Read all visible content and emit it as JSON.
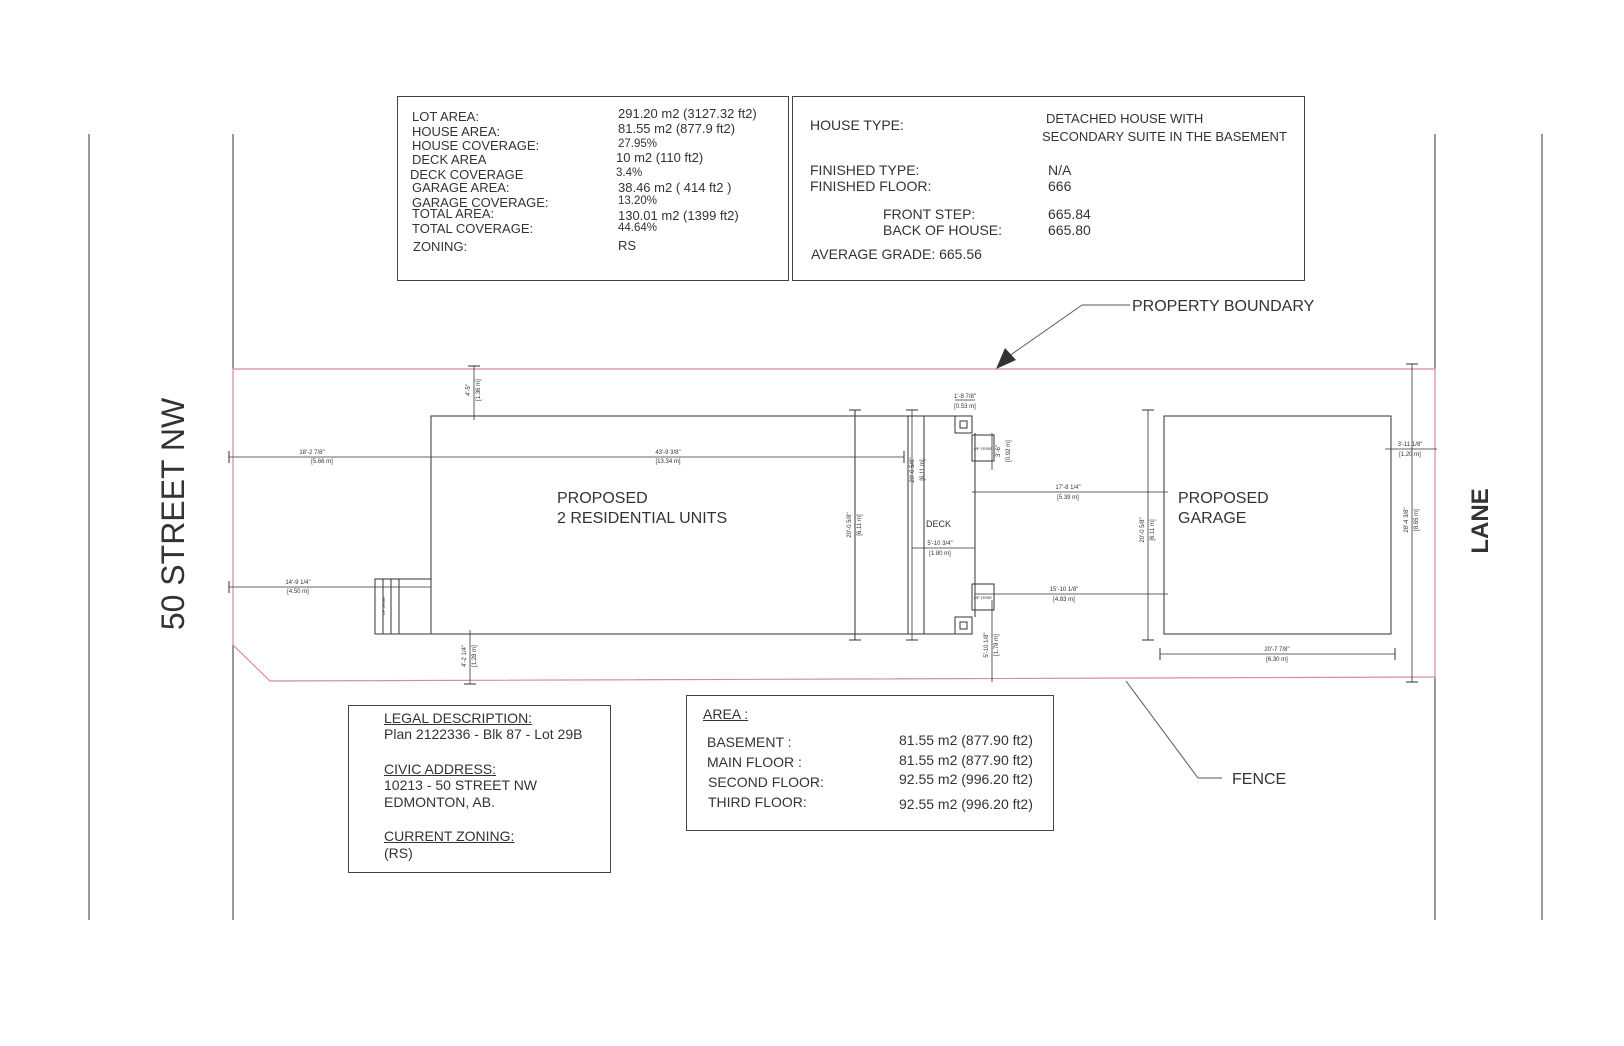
{
  "site_table": {
    "rows": [
      {
        "label": "LOT AREA:",
        "value": "291.20 m2 (3127.32 ft2)"
      },
      {
        "label": "HOUSE AREA:",
        "value": "81.55 m2 (877.9 ft2)"
      },
      {
        "label": "HOUSE COVERAGE:",
        "value": "27.95%"
      },
      {
        "label": "DECK AREA",
        "value": "10 m2 (110 ft2)"
      },
      {
        "label": "DECK COVERAGE",
        "value": "3.4%"
      },
      {
        "label": "GARAGE AREA:",
        "value": "38.46 m2 ( 414 ft2 )"
      },
      {
        "label": "GARAGE COVERAGE:",
        "value": "13.20%"
      },
      {
        "label": "TOTAL AREA:",
        "value": "130.01 m2 (1399 ft2)"
      },
      {
        "label": "TOTAL COVERAGE:",
        "value": "44.64%"
      },
      {
        "label": "ZONING:",
        "value": "RS"
      }
    ]
  },
  "house_table": {
    "house_type_label": "HOUSE TYPE:",
    "house_type_value_1": "DETACHED HOUSE WITH",
    "house_type_value_2": "SECONDARY SUITE IN THE BASEMENT",
    "finished_type_label": "FINISHED TYPE:",
    "finished_type_value": "N/A",
    "finished_floor_label": "FINISHED FLOOR:",
    "finished_floor_value": "666",
    "front_step_label": "FRONT STEP:",
    "front_step_value": "665.84",
    "back_of_house_label": "BACK OF HOUSE:",
    "back_of_house_value": "665.80",
    "average_grade": "AVERAGE GRADE: 665.56"
  },
  "legal_box": {
    "legal_heading": "LEGAL DESCRIPTION:",
    "legal_value": "Plan 2122336 - Blk 87 -  Lot 29B",
    "civic_heading": "CIVIC ADDRESS:",
    "civic_line_1": "10213 - 50 STREET NW",
    "civic_line_2": "EDMONTON, AB.",
    "zoning_heading": "CURRENT ZONING:",
    "zoning_value": "(RS)"
  },
  "area_box": {
    "heading": "AREA :",
    "rows": [
      {
        "label": "BASEMENT :",
        "value": "81.55 m2 (877.90 ft2)"
      },
      {
        "label": "MAIN FLOOR :",
        "value": "81.55 m2 (877.90 ft2)"
      },
      {
        "label": "SECOND FLOOR:",
        "value": "92.55 m2 (996.20 ft2)"
      },
      {
        "label": "THIRD FLOOR:",
        "value": "92.55 m2 (996.20 ft2)"
      }
    ]
  },
  "plan": {
    "street_label": "50 STREET NW",
    "lane_label": "LANE",
    "property_boundary_label": "PROPERTY BOUNDARY",
    "fence_label": "FENCE",
    "house_label_1": "PROPOSED",
    "house_label_2": "2 RESIDENTIAL UNITS",
    "garage_label_1": "PROPOSED",
    "garage_label_2": "GARAGE",
    "deck_label": "DECK",
    "dims": {
      "front_setback": "18'-2 7/8\"",
      "front_setback_m": "[5.66 m]",
      "house_length": "43'-9 3/8\"",
      "house_length_m": "[13.34 m]",
      "top_side": "4'-5\"",
      "top_side_m": "[1.36 m]",
      "bottom_side": "4'-2 1/4\"",
      "bottom_side_m": "[1.28 m]",
      "stair_offset": "14'-9 1/4\"",
      "stair_offset_m": "[4.50 m]",
      "house_width": "20'-0 5/8\"",
      "house_width_m": "[6.11 m]",
      "deck_width": "20'-0 5/8\"",
      "deck_width_m": "[6.11 m]",
      "deck_depth": "5'-10 3/4\"",
      "deck_depth_m": "[1.80 m]",
      "post_top": "1'-8 7/8\"",
      "post_top_m": "[0.53 m]",
      "post_side": "3'-6\"",
      "post_side_m": "[0.92 m]",
      "post_bottom": "5'-10 1/8\"",
      "post_bottom_m": "[1.78 m]",
      "sep_top": "17'-8 1/4\"",
      "sep_top_m": "[5.39 m]",
      "sep_bottom": "15'-10 1/8\"",
      "sep_bottom_m": "[4.83 m]",
      "garage_width": "20'-0 5/8\"",
      "garage_width_m": "[6.11 m]",
      "garage_depth": "20'-7 7/8\"",
      "garage_depth_m": "[6.30 m]",
      "rear_setback": "3'-11 1/8\"",
      "rear_setback_m": "[1.20 m]",
      "lot_width": "28'-4 3/8\"",
      "lot_width_m": "[8.65 m]",
      "step_label": "UP 1RISE",
      "step_label_2": "UP 2RISE"
    }
  }
}
